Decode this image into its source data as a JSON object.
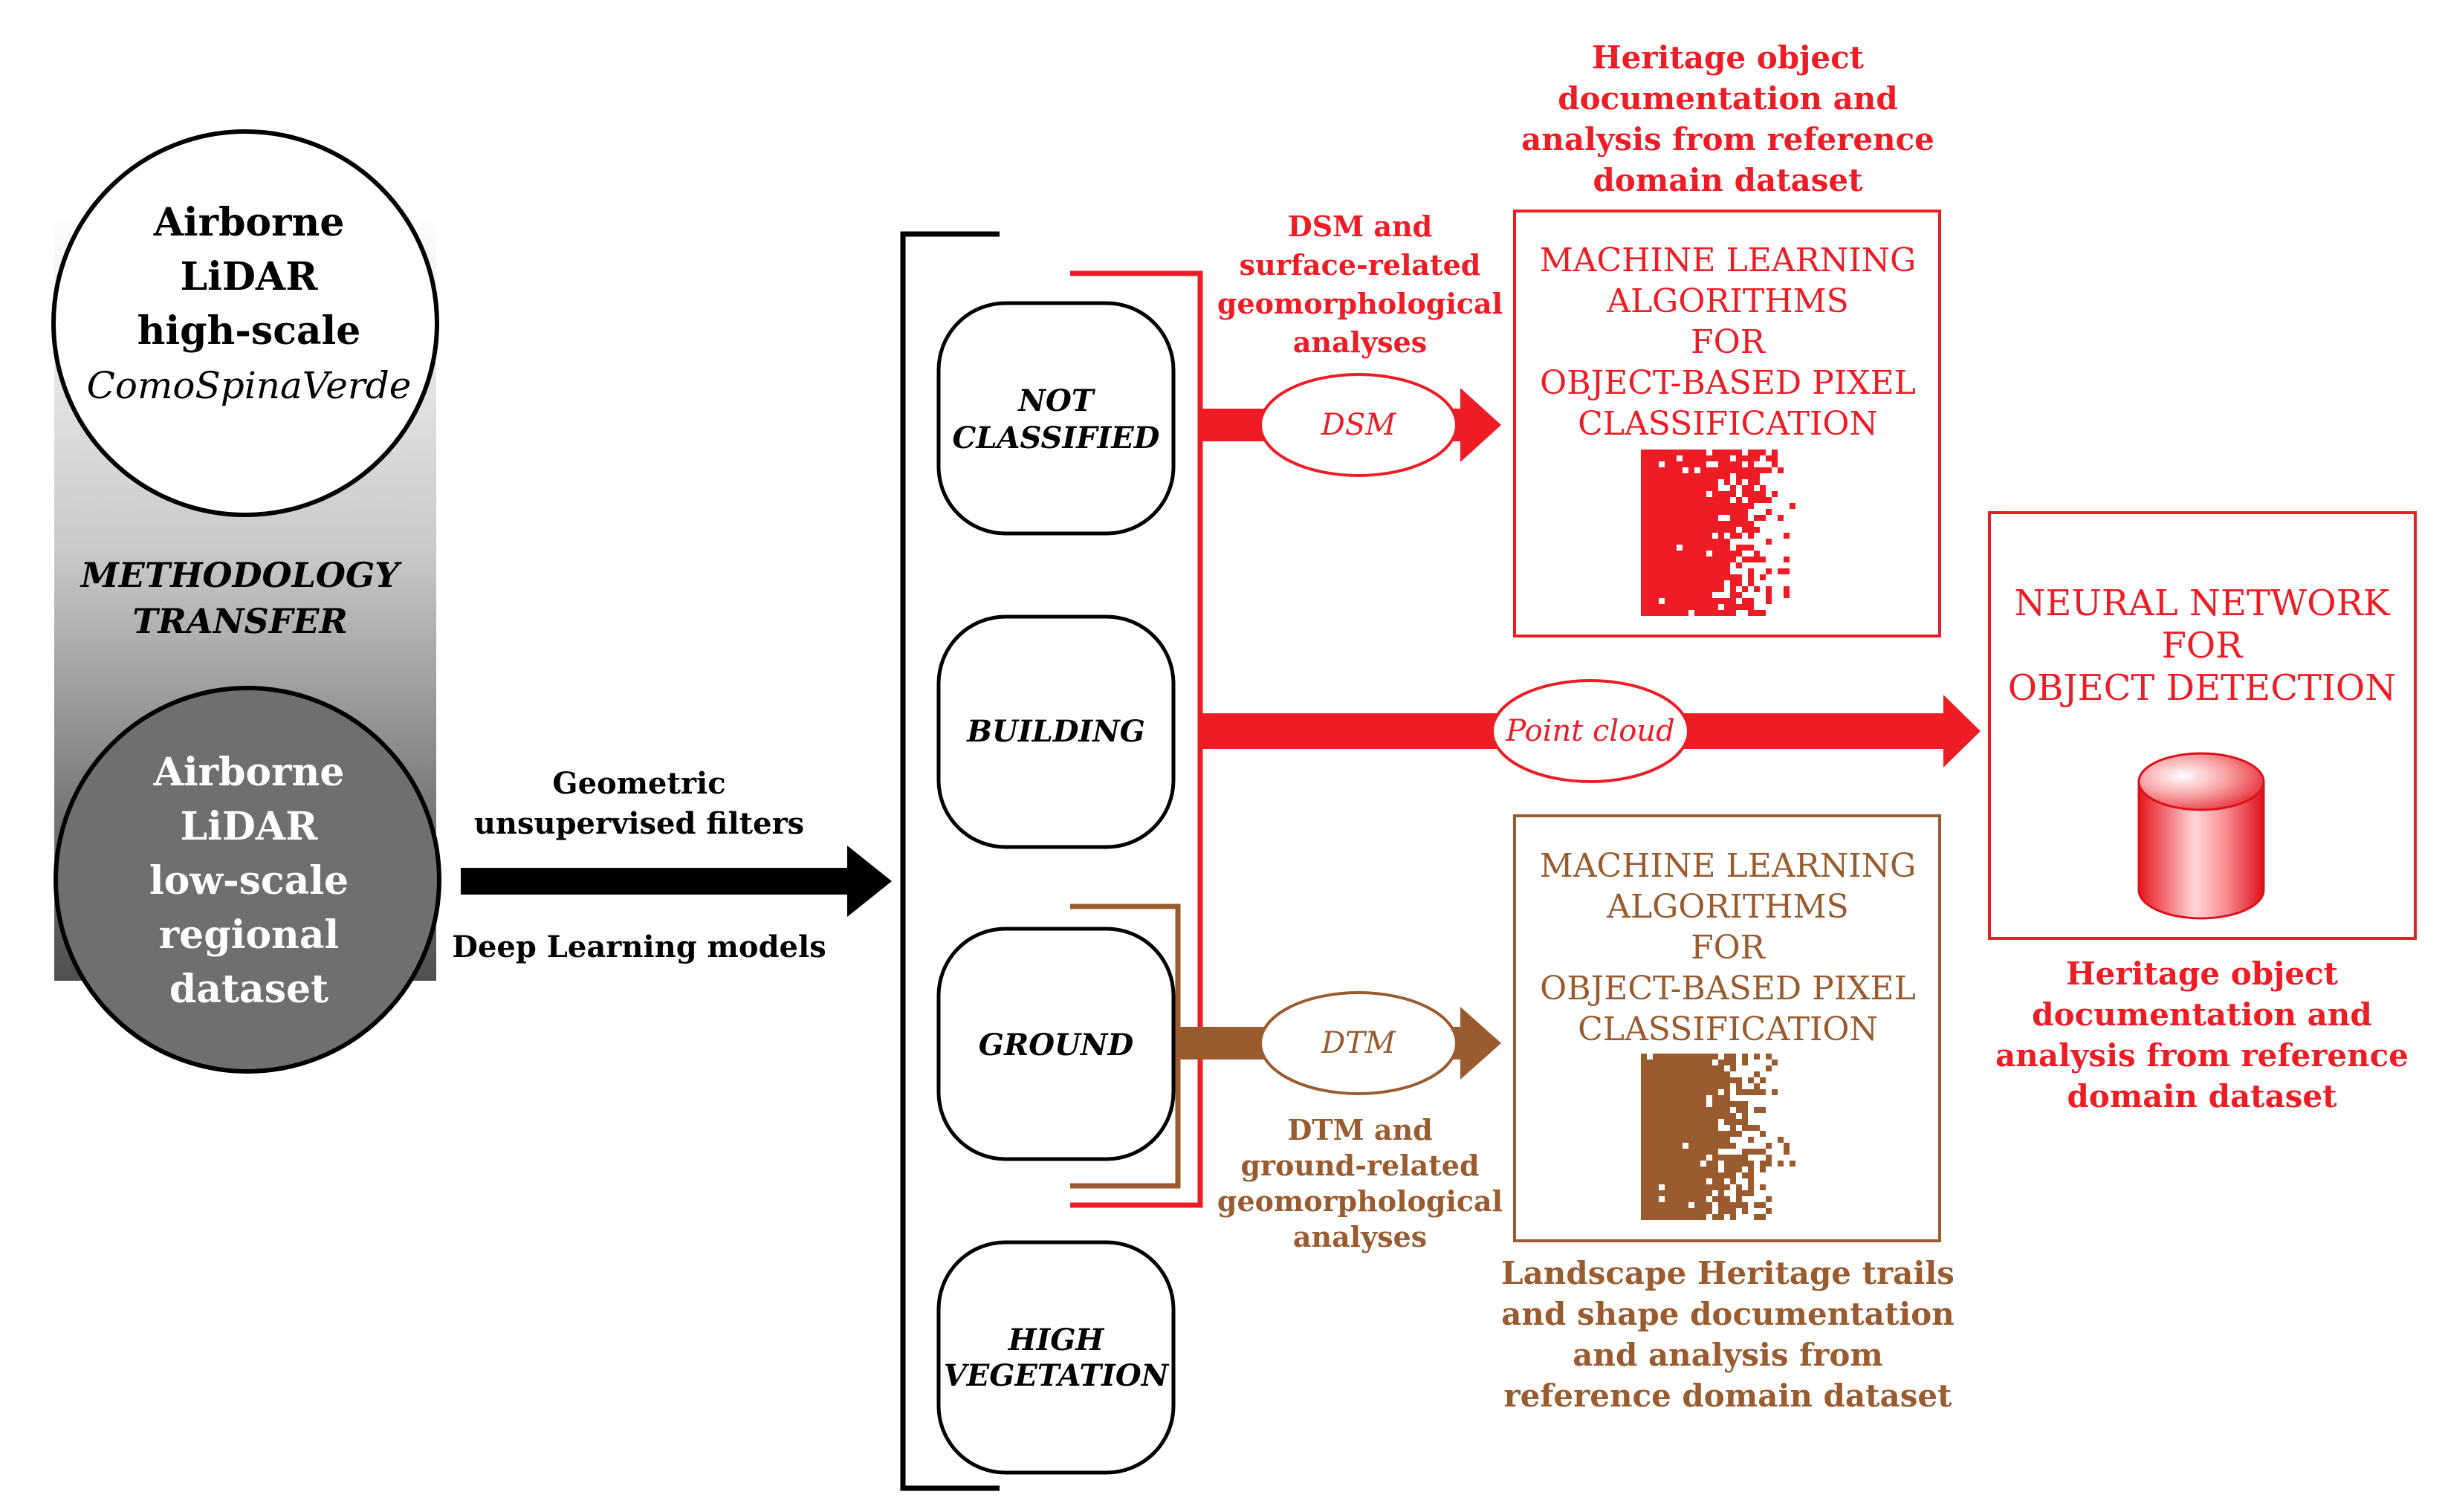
{
  "colors": {
    "red": "#ee1c25",
    "brown": "#9a5b2f",
    "black": "#000000",
    "dark_gray": "#6f6f6f"
  },
  "source": {
    "high_scale": {
      "lines": [
        "Airborne",
        "LiDAR",
        "high-scale"
      ],
      "italic_line": "ComoSpinaVerde"
    },
    "transfer_lines": [
      "METHODOLOGY",
      "TRANSFER"
    ],
    "low_scale": {
      "lines": [
        "Airborne",
        "LiDAR",
        "low-scale",
        "regional",
        "dataset"
      ]
    }
  },
  "main_arrow": {
    "top_lines": [
      "Geometric",
      "unsupervised filters"
    ],
    "bottom_label": "Deep Learning models"
  },
  "classes": [
    {
      "lines": [
        "NOT",
        "CLASSIFIED"
      ]
    },
    {
      "lines": [
        "BUILDING"
      ]
    },
    {
      "lines": [
        "GROUND"
      ]
    },
    {
      "lines": [
        "HIGH",
        "VEGETATION"
      ]
    }
  ],
  "dsm_branch": {
    "caption_lines": [
      "DSM and",
      "surface-related",
      "geomorphological",
      "analyses"
    ],
    "ellipse_label": "DSM"
  },
  "point_cloud_branch": {
    "ellipse_label": "Point cloud"
  },
  "dtm_branch": {
    "ellipse_label": "DTM",
    "caption_lines": [
      "DTM and",
      "ground-related",
      "geomorphological",
      "analyses"
    ]
  },
  "ml_box_top": {
    "heading_lines": [
      "Heritage object",
      "documentation and",
      "analysis from reference",
      "domain dataset"
    ],
    "title_lines": [
      "MACHINE LEARNING",
      "ALGORITHMS",
      "FOR",
      "OBJECT-BASED PIXEL",
      "CLASSIFICATION"
    ],
    "icon": "pixel-gradient-icon"
  },
  "ml_box_bottom": {
    "title_lines": [
      "MACHINE LEARNING",
      "ALGORITHMS",
      "FOR",
      "OBJECT-BASED PIXEL",
      "CLASSIFICATION"
    ],
    "footer_lines": [
      "Landscape Heritage trails",
      "and shape documentation",
      "and analysis from",
      "reference domain dataset"
    ],
    "icon": "pixel-gradient-icon"
  },
  "nn_box": {
    "title_lines": [
      "NEURAL NETWORK",
      "FOR",
      "OBJECT DETECTION"
    ],
    "icon": "cylinder-icon",
    "footer_lines": [
      "Heritage object",
      "documentation and",
      "analysis from reference",
      "domain dataset"
    ]
  }
}
